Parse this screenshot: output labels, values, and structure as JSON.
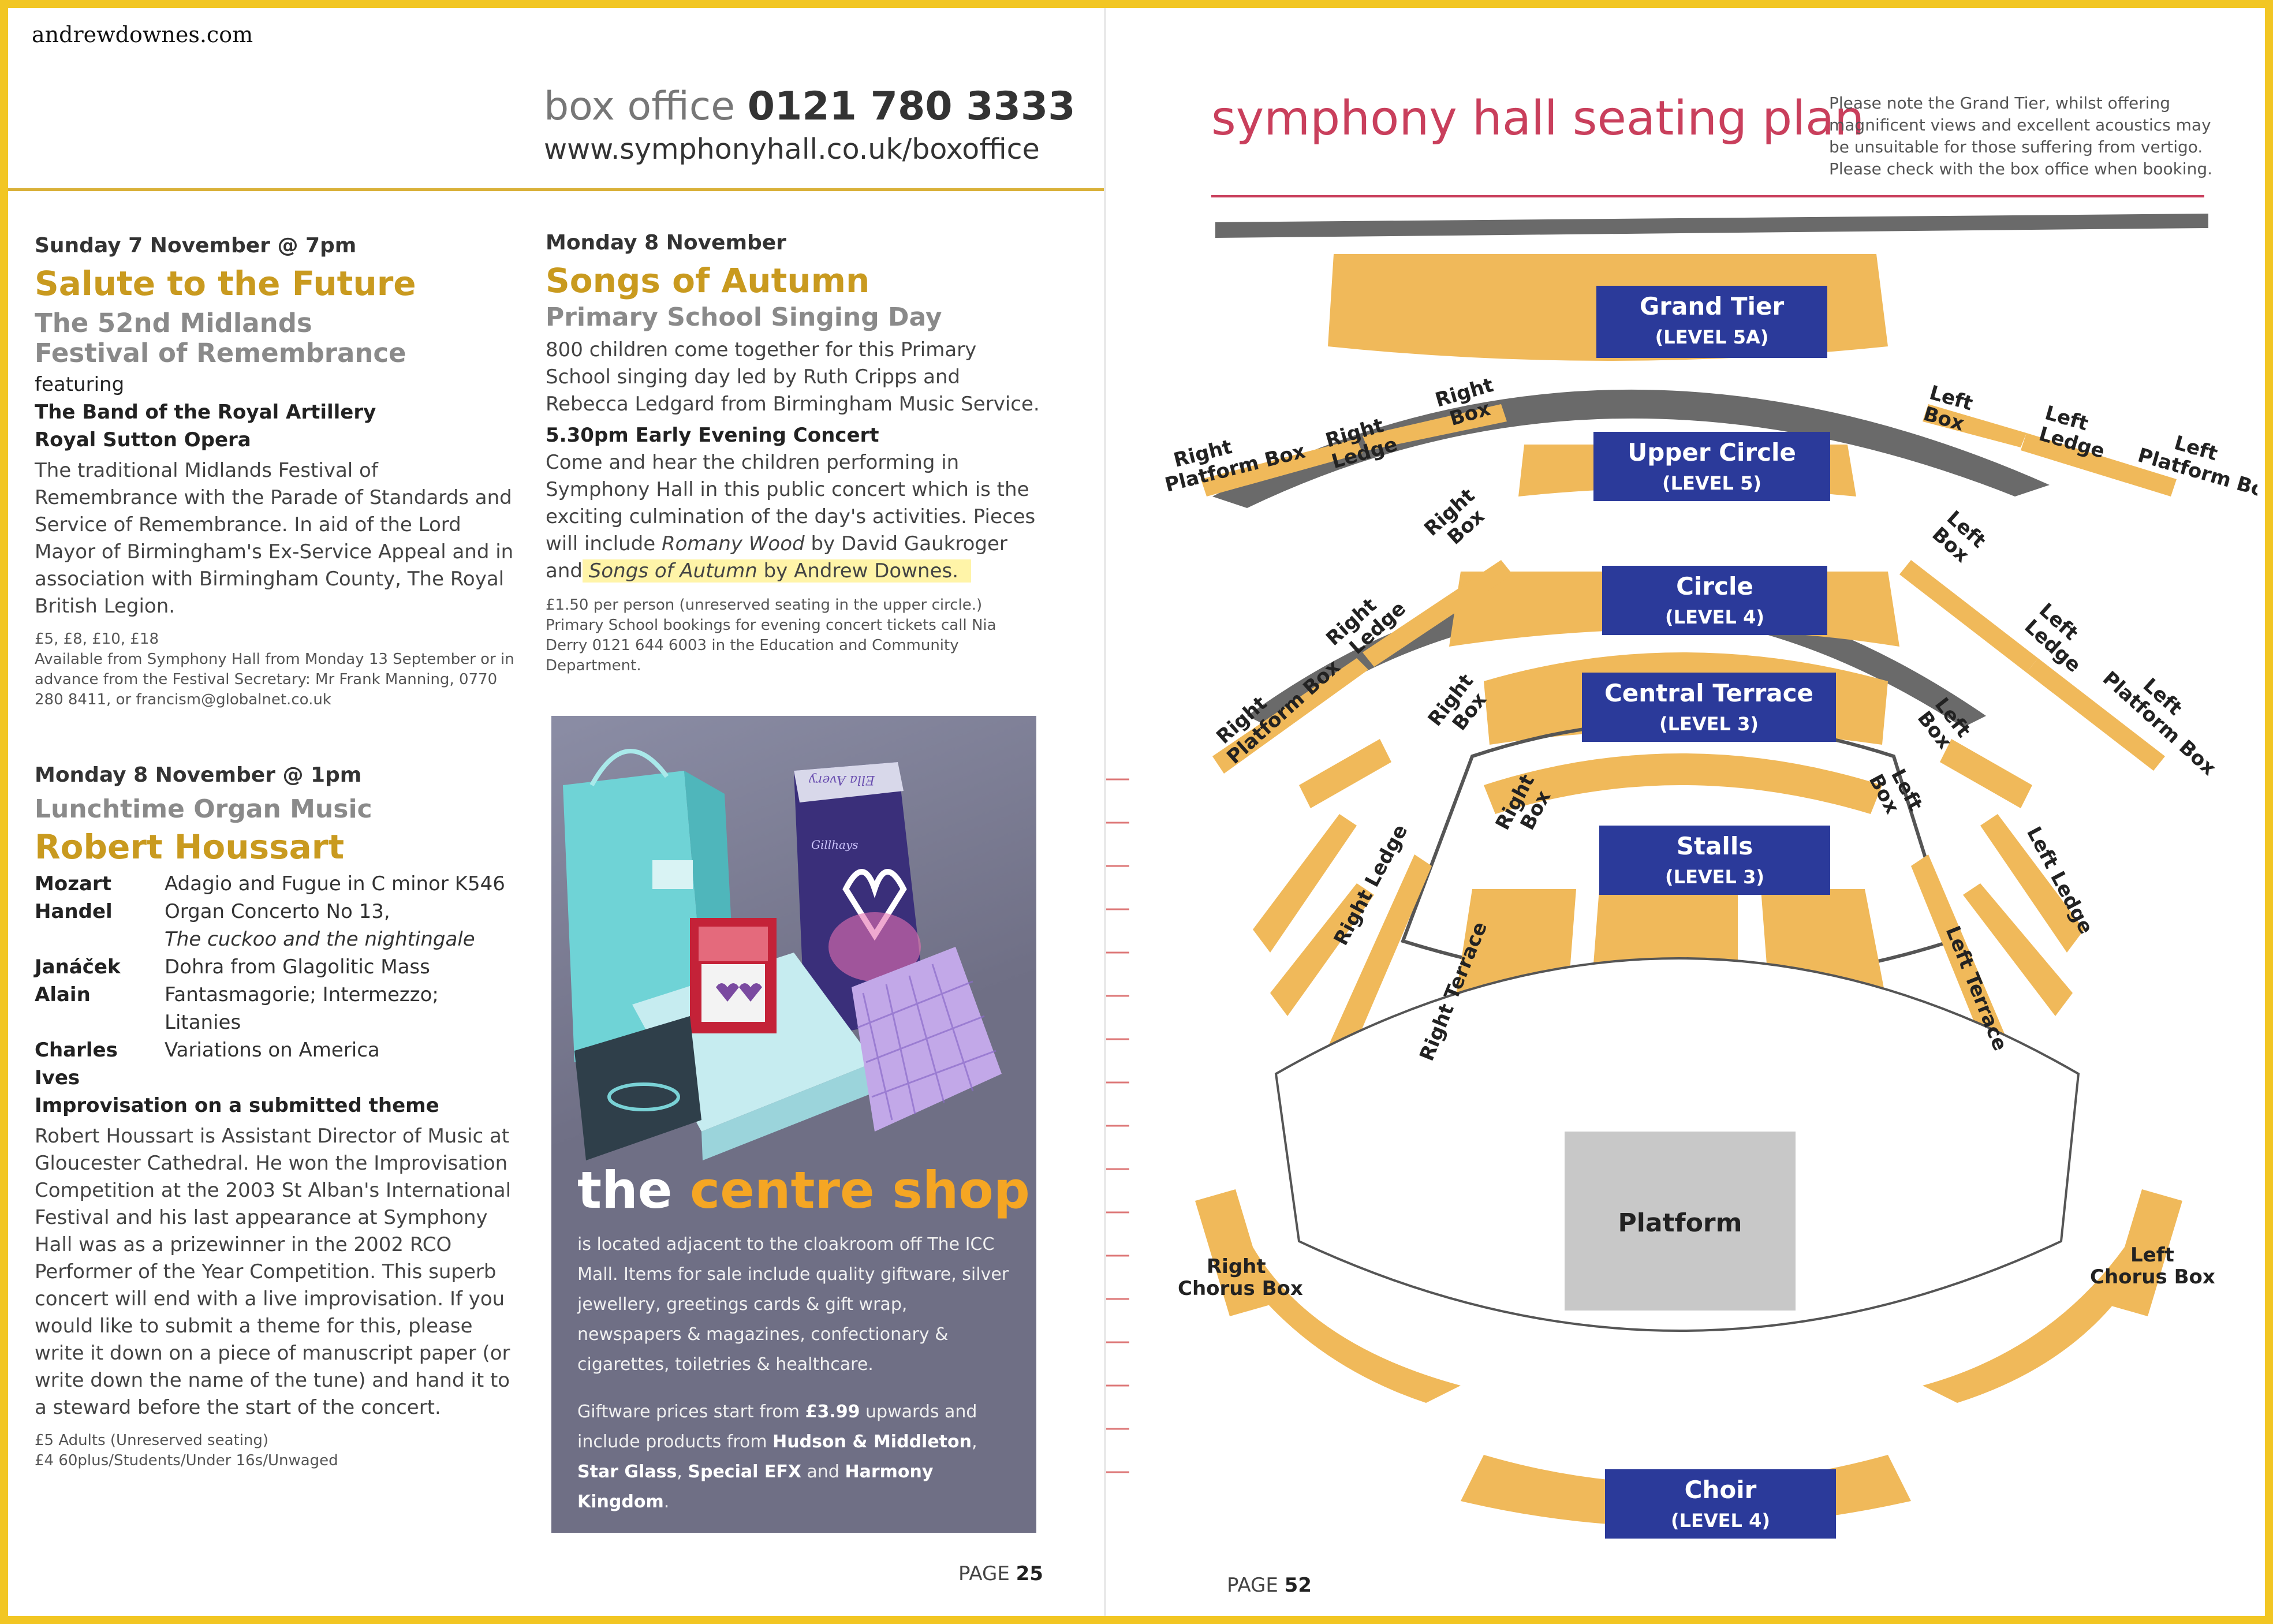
{
  "site": "andrewdownes.com",
  "box_office": {
    "label": "box office",
    "phone": "0121 780 3333",
    "url": "www.symphonyhall.co.uk/boxoffice"
  },
  "event1": {
    "date": "Sunday 7 November @ 7pm",
    "title": "Salute to the Future",
    "subtitle_line1": "The 52nd Midlands",
    "subtitle_line2": "Festival of Remembrance",
    "featuring": "featuring",
    "performer1": "The Band of the Royal Artillery",
    "performer2": "Royal Sutton Opera",
    "description": "The traditional Midlands Festival of Remembrance with the Parade of Standards and Service of Remembrance. In aid of the Lord Mayor of Birmingham's Ex-Service Appeal and in association with Birmingham County, The Royal British Legion.",
    "prices": "£5, £8, £10, £18",
    "availability": "Available from Symphony Hall from Monday 13 September or in advance from the Festival Secretary: Mr Frank Manning, 0770 280 8411, or francism@globalnet.co.uk"
  },
  "event2": {
    "date": "Monday 8 November @ 1pm",
    "series": "Lunchtime Organ Music",
    "title": "Robert Houssart",
    "program": [
      {
        "composer": "Mozart",
        "work": "Adagio and Fugue in C minor K546",
        "work2": ""
      },
      {
        "composer": "Handel",
        "work": "Organ Concerto No 13,",
        "work2": "The cuckoo and the nightingale"
      },
      {
        "composer": "Janáček",
        "work": "Dohra from Glagolitic Mass",
        "work2": ""
      },
      {
        "composer": "Alain",
        "work": "Fantasmagorie; Intermezzo; Litanies",
        "work2": ""
      },
      {
        "composer": "Charles Ives",
        "work": "Variations on America",
        "work2": ""
      }
    ],
    "improvisation": "Improvisation on a submitted theme",
    "description": "Robert Houssart is Assistant Director of Music at Gloucester Cathedral. He won the Improvisation Competition at the 2003 St Alban's International Festival and his last appearance at Symphony Hall was as a prizewinner in the 2002 RCO Performer of the Year Competition. This superb concert will end with a live improvisation. If you would like to submit a theme for this, please write it down on a piece of manuscript paper (or write down the name of the tune) and hand it to a steward before the start of the concert.",
    "price1": "£5 Adults (Unreserved seating)",
    "price2": "£4 60plus/Students/Under 16s/Unwaged"
  },
  "event3": {
    "date": "Monday 8 November",
    "title": "Songs of Autumn",
    "subtitle": "Primary School Singing Day",
    "description": "800 children come together for this Primary School singing day led by Ruth Cripps and Rebecca Ledgard from Birmingham Music Service.",
    "concert_heading": "5.30pm Early Evening Concert",
    "concert_text": "Come and hear the children performing in Symphony Hall in this public concert which is the exciting culmination of the day's activities. Pieces will include",
    "piece1": "Romany Wood",
    "by1": "by David Gaukroger",
    "and": "and",
    "piece2": "Songs of Autumn",
    "by2": "by Andrew Downes.",
    "price_note": "£1.50 per person (unreserved seating in the upper circle.) Primary School bookings for evening concert tickets call Nia Derry 0121 644 6003 in the Education and Community Department."
  },
  "shop": {
    "title_the": "the",
    "title_centre_shop": "centre shop",
    "text1": "is located adjacent to the cloakroom off The ICC Mall. Items for sale include quality giftware, silver jewellery, greetings cards & gift wrap, newspapers & magazines, confectionary & cigarettes, toiletries & healthcare.",
    "text2_a": "Giftware prices start from",
    "price": "£3.99",
    "text2_b": "upwards and include products from",
    "brand1": "Hudson & Middleton",
    "brand2": "Star Glass",
    "brand3": "Special EFX",
    "and": "and",
    "brand4": "Harmony Kingdom",
    "bag_text": "Ella Avery",
    "box_text": "Gillhays"
  },
  "page_left": {
    "label": "PAGE",
    "number": "25"
  },
  "page_right": {
    "label": "PAGE",
    "number": "52"
  },
  "seating": {
    "title": "symphony hall seating plan",
    "note": "Please note the Grand Tier, whilst offering magnificent views and excellent acoustics may be unsuitable for those suffering from vertigo. Please check with the box office when booking.",
    "levels": [
      {
        "name": "Grand Tier",
        "level": "(LEVEL 5A)"
      },
      {
        "name": "Upper Circle",
        "level": "(LEVEL 5)"
      },
      {
        "name": "Circle",
        "level": "(LEVEL 4)"
      },
      {
        "name": "Central Terrace",
        "level": "(LEVEL 3)"
      },
      {
        "name": "Stalls",
        "level": "(LEVEL 3)"
      },
      {
        "name": "Choir",
        "level": "(LEVEL 4)"
      }
    ],
    "platform": "Platform",
    "labels": {
      "right": "Right",
      "left": "Left",
      "box": "Box",
      "ledge": "Ledge",
      "platform_box": "Platform Box",
      "right_ledge": "Right Ledge",
      "left_ledge": "Left Ledge",
      "right_terrace": "Right Terrace",
      "left_terrace": "Left Terrace",
      "chorus_box": "Chorus Box"
    },
    "colors": {
      "seat": "#f0b95a",
      "level_box": "#2b3a9a",
      "aisle": "#6a6a6a",
      "platform": "#c8c8c8"
    }
  }
}
